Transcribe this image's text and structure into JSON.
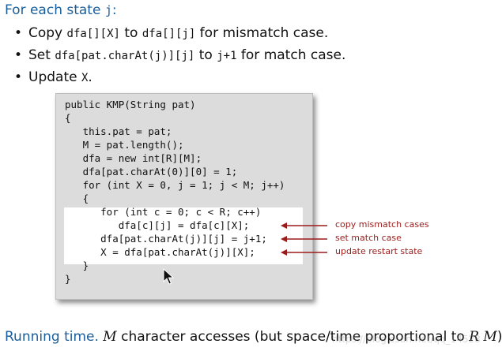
{
  "heading": {
    "prefix": "For each state",
    "variable": "j",
    "suffix": ":"
  },
  "bullets": [
    {
      "bullet": "•",
      "parts": [
        [
          "text",
          "Copy "
        ],
        [
          "code",
          "dfa[][X]"
        ],
        [
          "text",
          " to "
        ],
        [
          "code",
          "dfa[][j]"
        ],
        [
          "text",
          " for mismatch case."
        ]
      ]
    },
    {
      "bullet": "•",
      "parts": [
        [
          "text",
          "Set "
        ],
        [
          "code",
          "dfa[pat.charAt(j)][j]"
        ],
        [
          "text",
          " to "
        ],
        [
          "code",
          "j+1"
        ],
        [
          "text",
          " for match case."
        ]
      ]
    },
    {
      "bullet": "•",
      "parts": [
        [
          "text",
          "Update "
        ],
        [
          "code",
          "X"
        ],
        [
          "text",
          "."
        ]
      ]
    }
  ],
  "code": {
    "lines": [
      "public KMP(String pat)",
      "{",
      "   this.pat = pat;",
      "   M = pat.length();",
      "   dfa = new int[R][M];",
      "   dfa[pat.charAt(0)][0] = 1;",
      "   for (int X = 0, j = 1; j < M; j++)",
      "   {",
      "      for (int c = 0; c < R; c++)",
      "         dfa[c][j] = dfa[c][X];",
      "      dfa[pat.charAt(j)][j] = j+1;",
      "      X = dfa[pat.charAt(j)][X];",
      "   }",
      "}"
    ]
  },
  "annotations": [
    {
      "label": "copy mismatch cases",
      "code_line": 9
    },
    {
      "label": "set match case",
      "code_line": 10
    },
    {
      "label": "update restart state",
      "code_line": 11
    }
  ],
  "footer": {
    "lead": "Running time.",
    "m_var": "M",
    "middle": " character accesses (but space/time proportional to ",
    "rm_var": "R M",
    "end": ")."
  },
  "watermark": "https://blog.csdn.net/qq_14528",
  "colors": {
    "accent_blue": "#1a5e9a",
    "annotation_red": "#9b1b1b",
    "code_box_gray": "#dcdcdc"
  },
  "icons": {
    "cursor": "mouse-pointer-icon"
  }
}
